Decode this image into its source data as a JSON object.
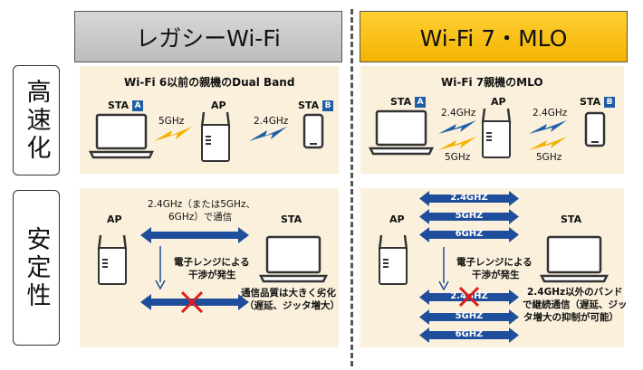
{
  "headers": {
    "legacy": "レガシーWi-Fi",
    "mlo": "Wi-Fi 7・MLO"
  },
  "rows": {
    "speed": "高速化",
    "stability": "安定性"
  },
  "top_left": {
    "title": "Wi-Fi 6以前の親機のDual Band",
    "sta_a": "STA",
    "sta_a_badge": "A",
    "ap": "AP",
    "sta_b": "STA",
    "sta_b_badge": "B",
    "link_5g": "5GHz",
    "link_24g": "2.4GHz"
  },
  "top_right": {
    "title": "Wi-Fi 7親機のMLO",
    "sta_a": "STA",
    "sta_a_badge": "A",
    "ap": "AP",
    "sta_b": "STA",
    "sta_b_badge": "B",
    "left_24g": "2.4GHz",
    "left_5g": "5GHz",
    "right_24g": "2.4GHz",
    "right_5g": "5GHz"
  },
  "bottom_left": {
    "ap": "AP",
    "sta": "STA",
    "band_note_1": "2.4GHz（または5GHz、",
    "band_note_2": "6GHz）で通信",
    "interf_1": "電子レンジによる",
    "interf_2": "干渉が発生",
    "result_1": "通信品質は大きく劣化",
    "result_2": "（遅延、ジッタ増大）"
  },
  "bottom_right": {
    "ap": "AP",
    "sta": "STA",
    "top_bands": [
      "2.4GHZ",
      "5GHZ",
      "6GHZ"
    ],
    "bottom_bands": [
      "2.4GHZ",
      "5GHZ",
      "6GHZ"
    ],
    "interf_1": "電子レンジによる",
    "interf_2": "干渉が発生",
    "result_1": "2.4GHz以外のバンド",
    "result_2": "で継続通信（遅延、ジッ",
    "result_3": "タ増大の抑制が可能）"
  },
  "colors": {
    "band_blue": "#1f4f9c",
    "bolt_yellow": "#f5b000",
    "bolt_blue": "#1f5fa6",
    "cross_red": "#e01b1b"
  }
}
